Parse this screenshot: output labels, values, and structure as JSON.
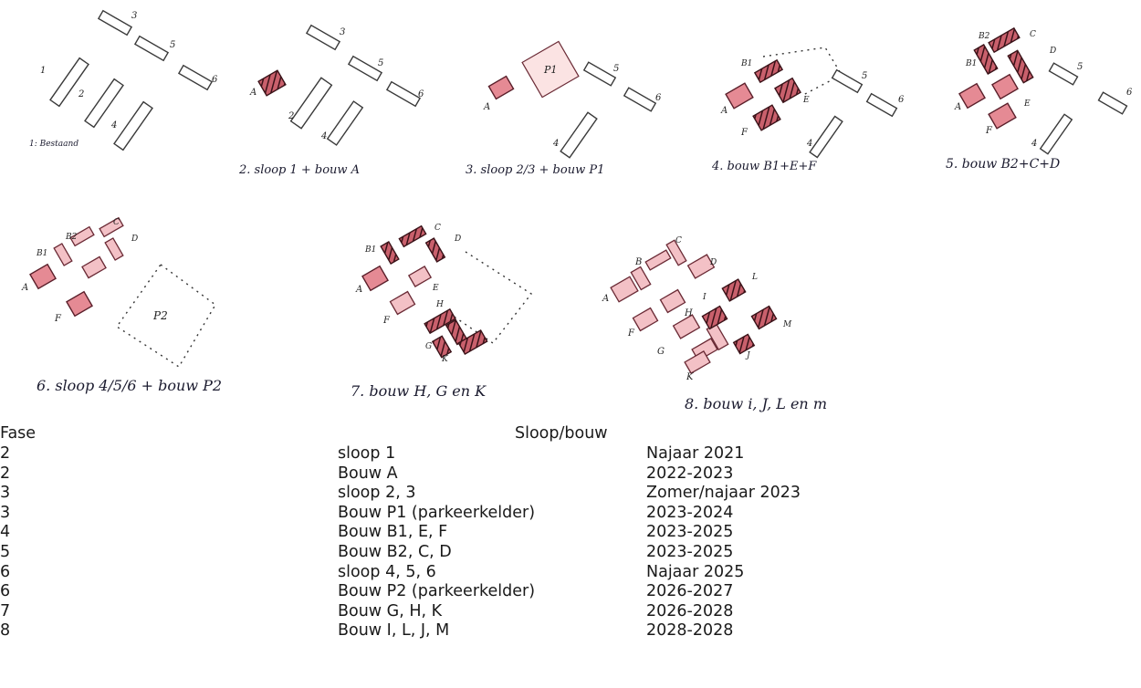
{
  "phases": [
    {
      "caption": "1: Bestaand",
      "labels": [
        "1",
        "2",
        "3",
        "4",
        "5",
        "6"
      ]
    },
    {
      "caption": "2. sloop 1 + bouw A",
      "labels": [
        "A",
        "2",
        "3",
        "4",
        "5",
        "6"
      ]
    },
    {
      "caption": "3. sloop 2/3 + bouw P1",
      "labels": [
        "A",
        "P1",
        "4",
        "5",
        "6"
      ]
    },
    {
      "caption": "4. bouw B1+E+F",
      "labels": [
        "A",
        "B1",
        "E",
        "F",
        "4",
        "5",
        "6"
      ]
    },
    {
      "caption": "5. bouw B2+C+D",
      "labels": [
        "A",
        "B1",
        "B2",
        "C",
        "D",
        "E",
        "F",
        "4",
        "5",
        "6"
      ]
    },
    {
      "caption": "6. sloop 4/5/6 + bouw P2",
      "labels": [
        "A",
        "B1",
        "B2",
        "C",
        "D",
        "F",
        "P2"
      ]
    },
    {
      "caption": "7. bouw H, G en K",
      "labels": [
        "A",
        "B1",
        "C",
        "D",
        "E",
        "F",
        "H",
        "G",
        "K"
      ]
    },
    {
      "caption": "8. bouw i, J, L en m",
      "labels": [
        "A",
        "B",
        "C",
        "D",
        "F",
        "G",
        "H",
        "I",
        "J",
        "K",
        "L",
        "M"
      ]
    }
  ],
  "table": {
    "headers": {
      "fase": "Fase",
      "sloop_bouw": "Sloop/bouw"
    },
    "rows": [
      {
        "fase": "2",
        "actie": "sloop 1",
        "periode": "Najaar 2021"
      },
      {
        "fase": "2",
        "actie": "Bouw A",
        "periode": "2022-2023"
      },
      {
        "fase": "3",
        "actie": "sloop 2, 3",
        "periode": "Zomer/najaar 2023"
      },
      {
        "fase": "3",
        "actie": "Bouw P1 (parkeerkelder)",
        "periode": "2023-2024"
      },
      {
        "fase": "4",
        "actie": "Bouw B1, E, F",
        "periode": "2023-2025"
      },
      {
        "fase": "5",
        "actie": "Bouw B2, C, D",
        "periode": "2023-2025"
      },
      {
        "fase": "6",
        "actie": "sloop 4, 5, 6",
        "periode": "Najaar 2025"
      },
      {
        "fase": "6",
        "actie": "Bouw P2 (parkeerkelder)",
        "periode": "2026-2027"
      },
      {
        "fase": "7",
        "actie": "Bouw G, H, K",
        "periode": "2026-2028"
      },
      {
        "fase": "8",
        "actie": "Bouw I, L, J, M",
        "periode": "2028-2028"
      }
    ]
  },
  "colors": {
    "new_building": "#e58a94",
    "existing": "#ffffff",
    "hatch": "#7a2a36"
  }
}
